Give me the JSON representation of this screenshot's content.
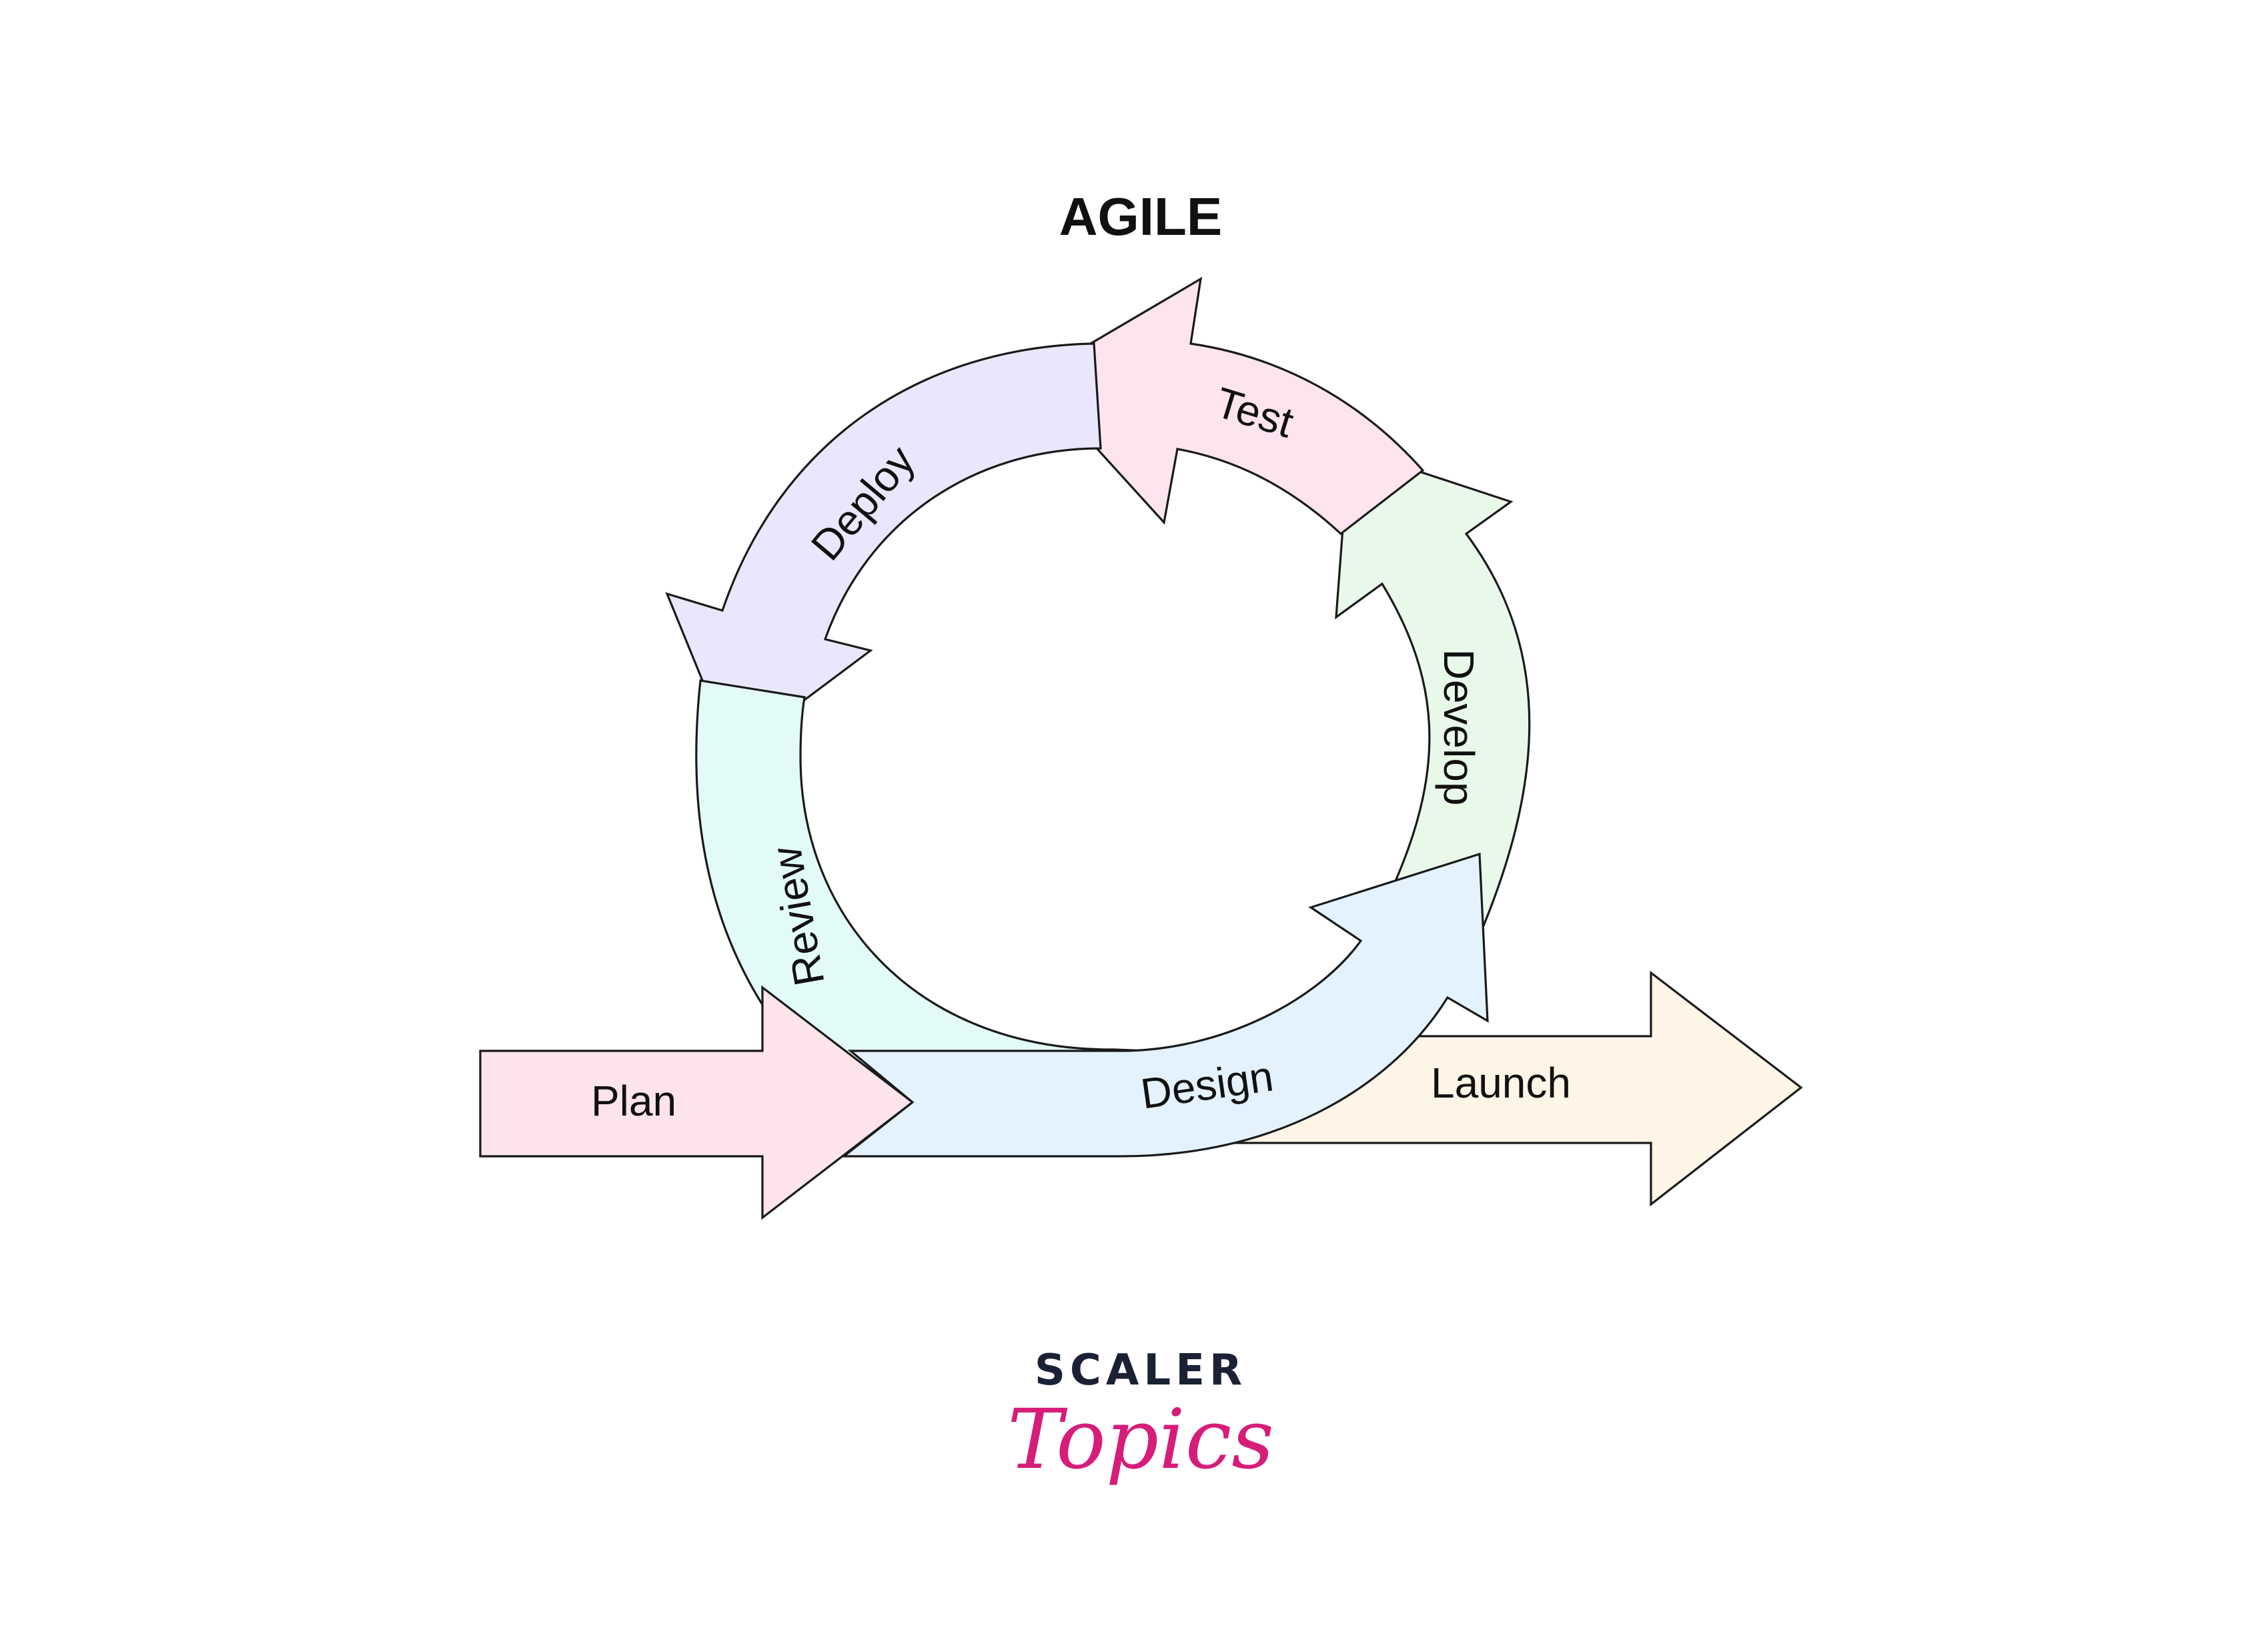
{
  "title": "AGILE",
  "stages": [
    {
      "id": "plan",
      "label": "Plan",
      "color": "#fde4ea"
    },
    {
      "id": "design",
      "label": "Design",
      "color": "#e3f2fd"
    },
    {
      "id": "develop",
      "label": "Develop",
      "color": "#e8f9ea"
    },
    {
      "id": "test",
      "label": "Test",
      "color": "#fde4ef"
    },
    {
      "id": "deploy",
      "label": "Deploy",
      "color": "#e9e7fc"
    },
    {
      "id": "review",
      "label": "Review",
      "color": "#e3fbf8"
    },
    {
      "id": "launch",
      "label": "Launch",
      "color": "#fef5e7"
    }
  ],
  "brand": {
    "line1": "SCALER",
    "line2": "Topics",
    "color": "#d61d7a",
    "dark": "#1b2135"
  }
}
